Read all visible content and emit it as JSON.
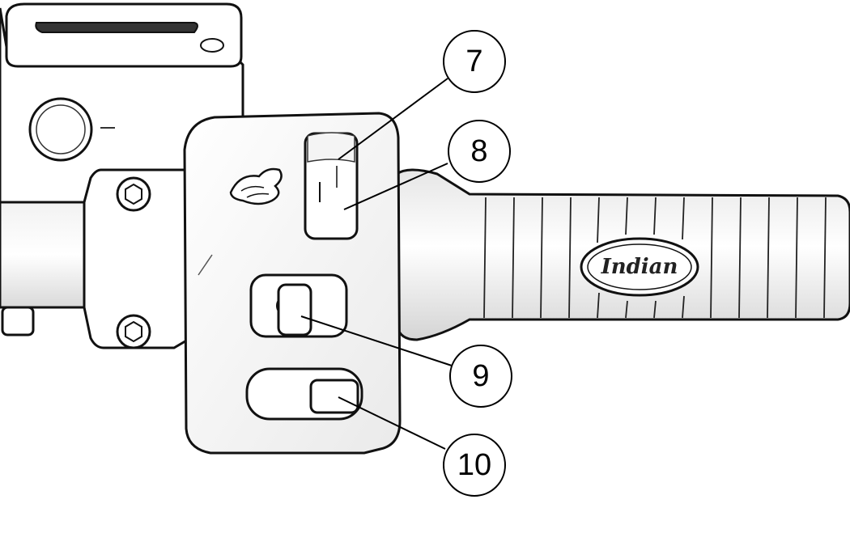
{
  "diagram": {
    "grip_logo_text": "Indian",
    "callouts": [
      {
        "id": "c7",
        "label": "7"
      },
      {
        "id": "c8",
        "label": "8"
      },
      {
        "id": "c9",
        "label": "9"
      },
      {
        "id": "c10",
        "label": "10"
      }
    ]
  }
}
